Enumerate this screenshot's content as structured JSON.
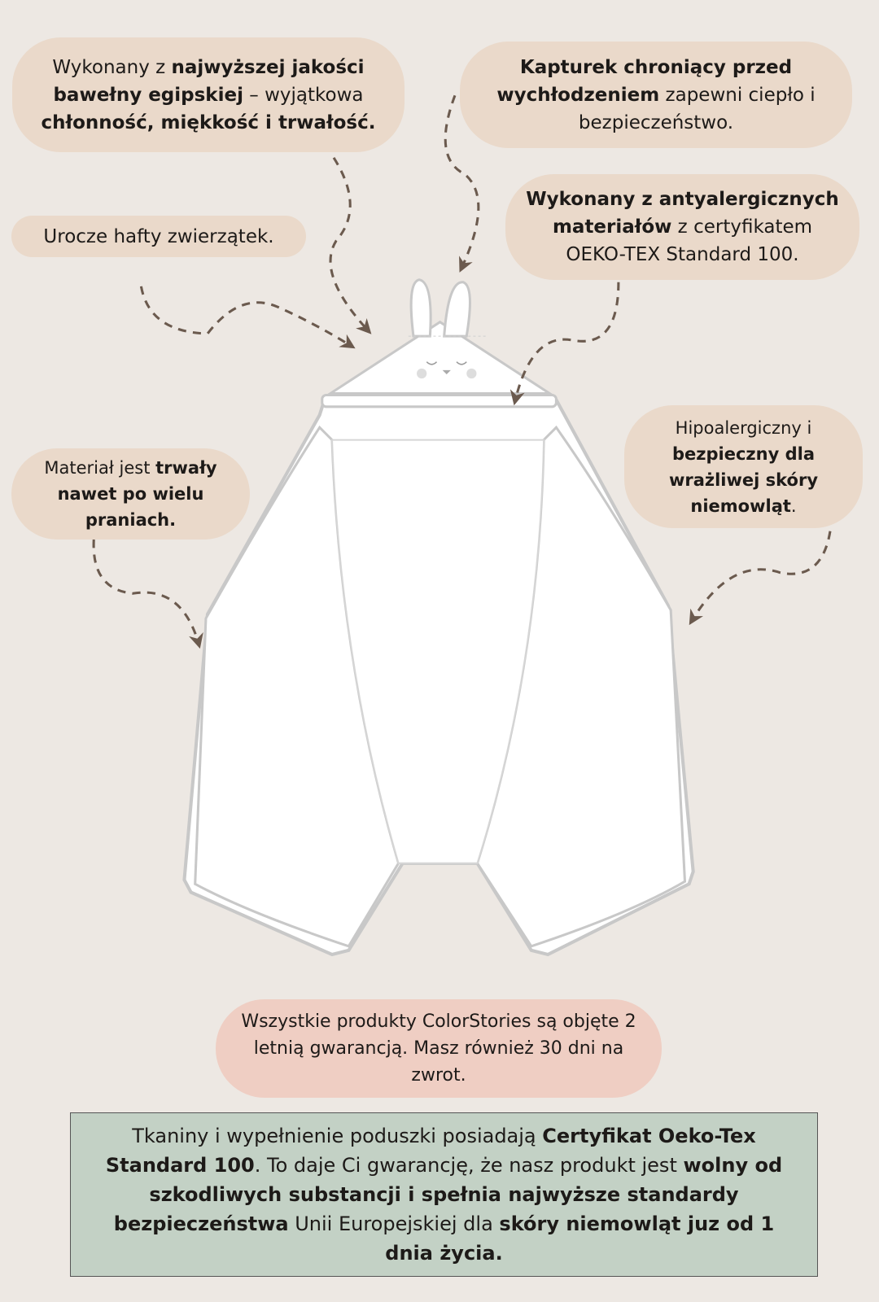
{
  "colors": {
    "background": "#ede8e3",
    "bubble": "#ead9ca",
    "guarantee": "#efcec3",
    "certificate_box": "#c3d1c5",
    "arrow": "#6b5a4e"
  },
  "bubbles": [
    {
      "id": "cotton",
      "segments": [
        {
          "t": "Wykonany z "
        },
        {
          "t": "najwyższej jakości bawełny egipskiej",
          "b": true
        },
        {
          "t": " – wyjątkowa "
        },
        {
          "t": "chłonność, miękkość i trwałość.",
          "b": true
        }
      ]
    },
    {
      "id": "hood",
      "segments": [
        {
          "t": "Kapturek chroniący przed wychłodzeniem",
          "b": true
        },
        {
          "t": " zapewni ciepło i bezpieczeństwo."
        }
      ]
    },
    {
      "id": "embroidery",
      "segments": [
        {
          "t": "Urocze hafty zwierzątek."
        }
      ]
    },
    {
      "id": "antiallergic",
      "segments": [
        {
          "t": "Wykonany z antyalergicznych materiałów",
          "b": true
        },
        {
          "t": " z certyfikatem OEKO-TEX Standard 100."
        }
      ]
    },
    {
      "id": "durable",
      "segments": [
        {
          "t": "Materiał jest "
        },
        {
          "t": "trwały nawet po wielu praniach.",
          "b": true
        }
      ]
    },
    {
      "id": "hypoallergenic",
      "segments": [
        {
          "t": "Hipoalergiczny i "
        },
        {
          "t": "bezpieczny dla wrażliwej skóry niemowląt",
          "b": true
        },
        {
          "t": "."
        }
      ]
    }
  ],
  "guarantee": {
    "segments": [
      {
        "t": "Wszystkie produkty ColorStories są objęte 2 letnią gwarancją. Masz również 30 dni na zwrot."
      }
    ]
  },
  "certificate": {
    "segments": [
      {
        "t": "Tkaniny i wypełnienie poduszki posiadają "
      },
      {
        "t": "Certyfikat Oeko-Tex Standard 100",
        "b": true
      },
      {
        "t": ". To daje Ci gwarancję, że nasz produkt jest "
      },
      {
        "t": "wolny od szkodliwych substancji i spełnia najwyższe standardy bezpieczeństwa",
        "b": true
      },
      {
        "t": " Unii Europejskiej dla "
      },
      {
        "t": "skóry niemowląt juz od 1 dnia życia.",
        "b": true
      }
    ]
  }
}
